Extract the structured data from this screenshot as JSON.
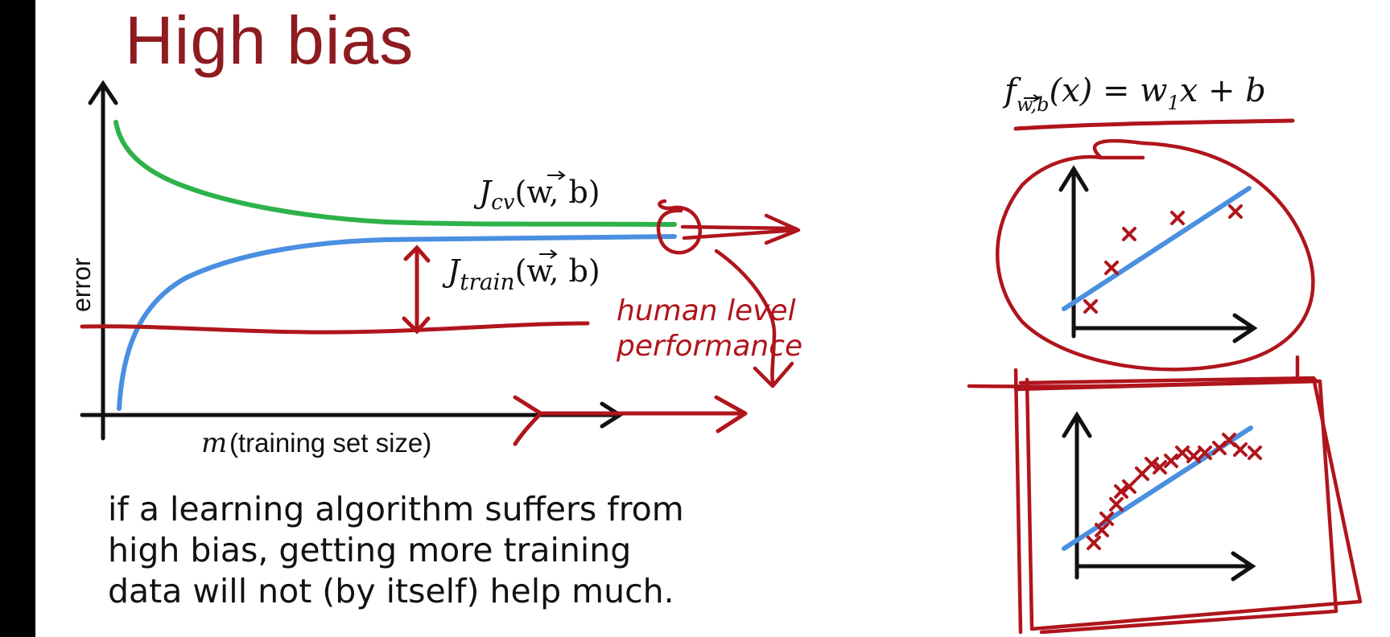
{
  "title": "High bias",
  "left_plot": {
    "y_axis_label": "error",
    "x_axis_label": "(training set size)",
    "x_axis_symbol": "m",
    "cv_curve_label": "J",
    "cv_curve_sub": "cv",
    "cv_curve_args": "(w, b)",
    "train_curve_label": "J",
    "train_curve_sub": "train",
    "train_curve_args": "(w, b)",
    "annotation_line1": "human level",
    "annotation_line2": "performance",
    "colors": {
      "cv_curve": "#2db24a",
      "train_curve": "#4a8fe0",
      "ink_red": "#b0151c",
      "axis": "#111111"
    }
  },
  "right_panel": {
    "formula_f": "f",
    "formula_sub": "w,b",
    "formula_rhs": "(x) = w",
    "formula_w_sub": "1",
    "formula_tail": "x + b"
  },
  "note_text": "if a learning algorithm suffers from high bias, getting more training data will not (by itself) help much."
}
